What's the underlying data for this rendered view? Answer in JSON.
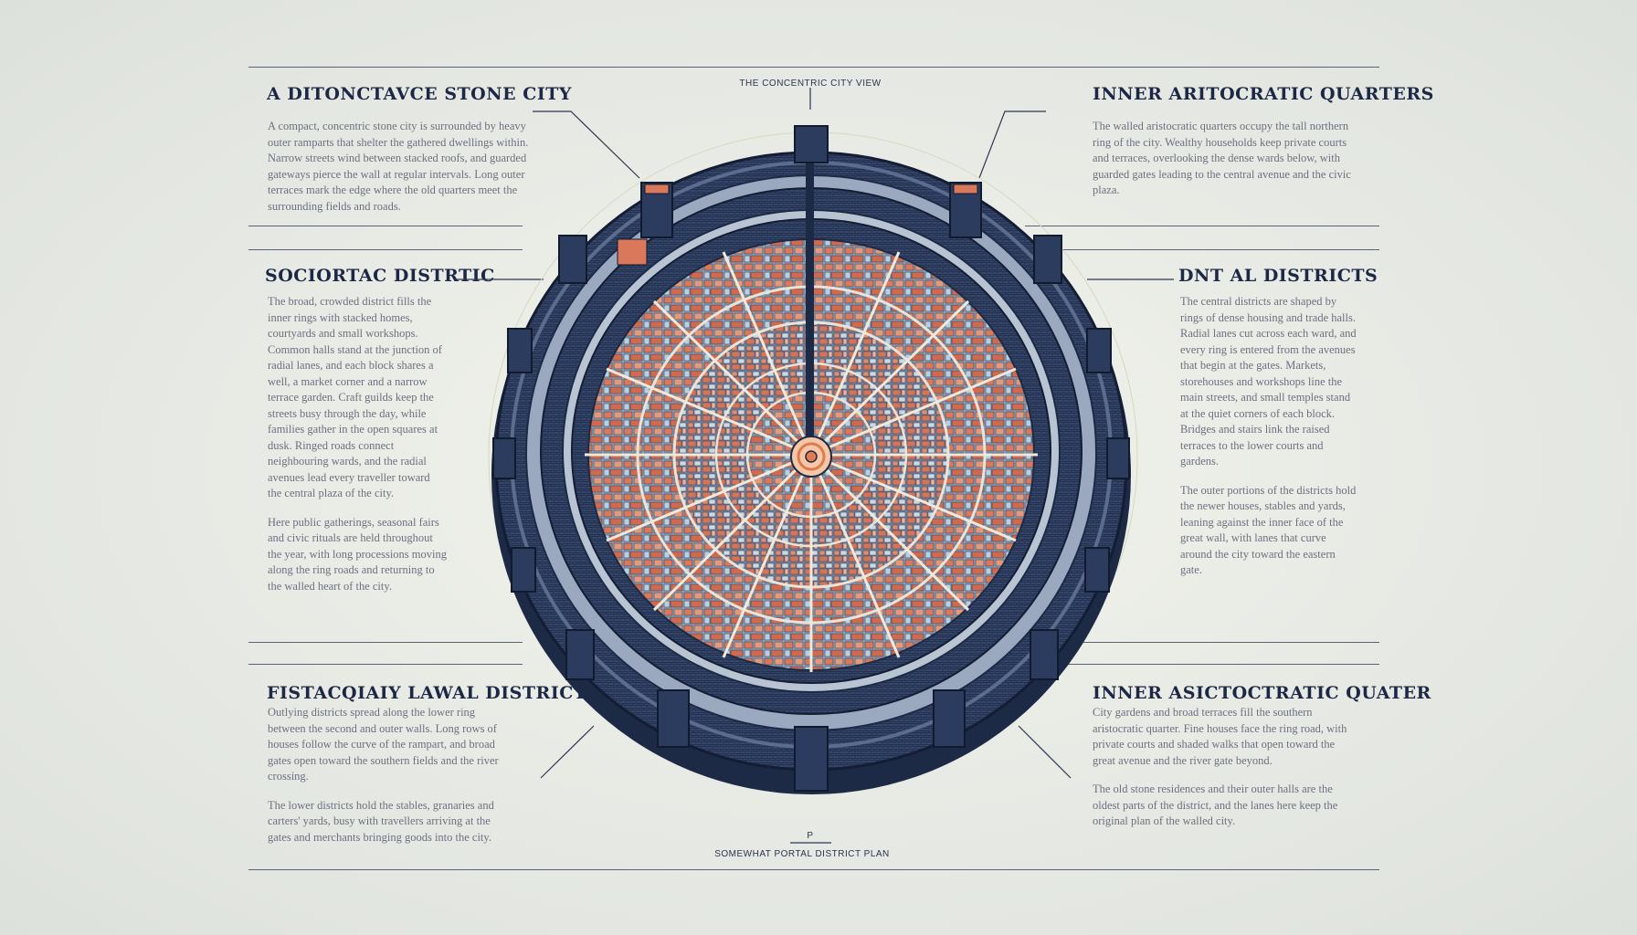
{
  "header": {
    "caption": "THE CONCENTRIC CITY VIEW"
  },
  "footer": {
    "caption": "SOMEWHAT PORTAL DISTRICT PLAN",
    "mark": "P"
  },
  "panels": {
    "top_left": {
      "title": "A DITONCTAVCE STONE CITY",
      "paragraphs": [
        "A compact, concentric stone city is surrounded by heavy outer ramparts that shelter the gathered dwellings within. Narrow streets wind between stacked roofs, and guarded gateways pierce the wall at regular intervals. Long outer terraces mark the edge where the old quarters meet the surrounding fields and roads."
      ]
    },
    "mid_left": {
      "title": "SOCIORTAC DISTRTIC",
      "paragraphs": [
        "The broad, crowded district fills the inner rings with stacked homes, courtyards and small workshops. Common halls stand at the junction of radial lanes, and each block shares a well, a market corner and a narrow terrace garden. Craft guilds keep the streets busy through the day, while families gather in the open squares at dusk. Ringed roads connect neighbouring wards, and the radial avenues lead every traveller toward the central plaza of the city.",
        "Here public gatherings, seasonal fairs and civic rituals are held throughout the year, with long processions moving along the ring roads and returning to the walled heart of the city."
      ]
    },
    "top_right": {
      "title": "INNER ARITOCRATIC QUARTERS",
      "paragraphs": [
        "The walled aristocratic quarters occupy the tall northern ring of the city. Wealthy households keep private courts and terraces, overlooking the dense wards below, with guarded gates leading to the central avenue and the civic plaza."
      ]
    },
    "mid_right": {
      "title": "DNT AL DISTRICTS",
      "paragraphs": [
        "The central districts are shaped by rings of dense housing and trade halls. Radial lanes cut across each ward, and every ring is entered from the avenues that begin at the gates. Markets, storehouses and workshops line the main streets, and small temples stand at the quiet corners of each block. Bridges and stairs link the raised terraces to the lower courts and gardens.",
        "The outer portions of the districts hold the newer houses, stables and yards, leaning against the inner face of the great wall, with lanes that curve around the city toward the eastern gate."
      ]
    },
    "bottom_left": {
      "title": "FISTACQIAIY LAWAL DISTRICTS",
      "paragraphs": [
        "Outlying districts spread along the lower ring between the second and outer walls. Long rows of houses follow the curve of the rampart, and broad gates open toward the southern fields and the river crossing.",
        "The lower districts hold the stables, granaries and carters' yards, busy with travellers arriving at the gates and merchants bringing goods into the city."
      ]
    },
    "bottom_right": {
      "title": "INNER ASICTOCTRATIC QUATER",
      "paragraphs": [
        "City gardens and broad terraces fill the southern aristocratic quarter. Fine houses face the ring road, with private courts and shaded walks that open toward the great avenue and the river gate beyond.",
        "The old stone residences and their outer halls are the oldest parts of the district, and the lanes here keep the original plan of the walled city."
      ]
    }
  },
  "colors": {
    "wall": "#33456a",
    "wall_dark": "#1d2a45",
    "roof": "#d9785a",
    "roof_alt": "#a8c3d8",
    "accent": "#e07a4f",
    "text": "#1d2846"
  }
}
